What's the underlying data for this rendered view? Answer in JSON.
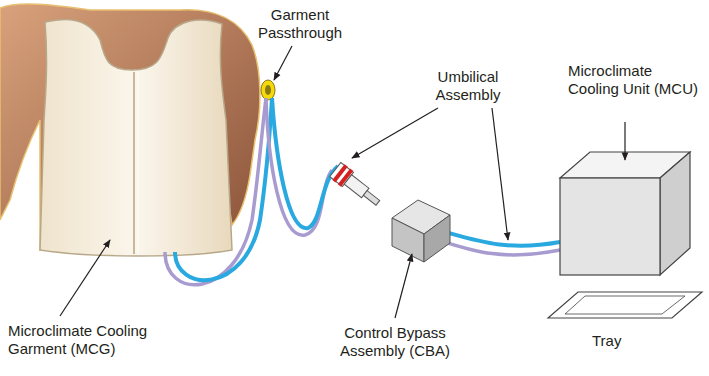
{
  "diagram": {
    "labels": [
      "Garment Passthrough",
      "Umbilical Assembly",
      "Microclimate Cooling Unit (MCU)",
      "Microclimate Cooling Garment (MCG)",
      "Control Bypass Assembly (CBA)",
      "Tray"
    ]
  }
}
